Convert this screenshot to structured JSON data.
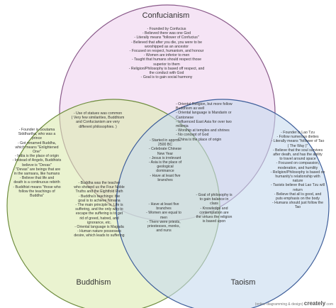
{
  "titles": {
    "confucianism": "Confucianism",
    "buddhism": "Buddhism",
    "taoism": "Taoism"
  },
  "colors": {
    "confucianism_fill": "#efd2ef",
    "confucianism_stroke": "#8a5a8a",
    "buddhism_fill": "#dcebb0",
    "buddhism_stroke": "#6f8d3f",
    "taoism_fill": "#c7daef",
    "taoism_stroke": "#3f5f9a"
  },
  "confucianism_only": [
    "- Founded by Confucius",
    "- Believed there was one God",
    "- Literally means \"follower of Confucius\"",
    "- Believed that after you die, you were to be",
    "worshipped as an ancestor",
    "- Focused on respect, humanism, and honour",
    "- Women are inferior to men",
    "- Taught that humans should respect those",
    "superior to them",
    "- Religion/Philosophy is based off respect, and",
    "the conduct with God",
    "- Goal is to gain social harmony"
  ],
  "confucianism_buddhism": [
    "- Use of statues was common",
    "( Very few similarities, Buddhism",
    "and Confucianism are very",
    "different philosophies. )"
  ],
  "confucianism_taoism": [
    "- Oriental Religion, but more follow",
    "Buddhism as well",
    "- Oriental language is Mandarin or",
    "Cantonese",
    "- Influenced East Asia for over two",
    "millenia",
    "- Worship at temples and shrines",
    "- No concept of God",
    "- China is the place of origin"
  ],
  "all_three": [
    "- Started in approx.",
    "2500 BC",
    "- Celebrate Chinese",
    "New Year",
    "- Jesus is irrelevant",
    "- Asia is the place of",
    "geological",
    "dominance",
    "- Have at least five",
    "branches"
  ],
  "buddhism_only": [
    "- Founder is Goutama",
    "Siddhartha, who was a",
    "prince",
    "- Got renamed Buddha,",
    "which means \"Enlightened",
    "One\"",
    "- India is the place of origin",
    "- Instead of Angels, Buddhists",
    "believe is \"Devas\"",
    "- \"Devas\" are beings that are",
    "in the samsara, like humans",
    "- Believe that life and",
    "death is a continuous rebirth",
    "- Buddhist means \"those who",
    "follow the teachings of",
    "Buddha\""
  ],
  "buddhism_core": [
    "- Buddha was the teacher",
    "who showed us the Four Noble",
    "Truths and the Eightfold Path",
    "- Buddha's teachings: the",
    "goal is to achieve Nirvana",
    "- The main principle is, Life is",
    "suffering, and the only way to",
    "escape the suffering is to get",
    "rid of greed, hatred, and",
    "ignorance, etc.",
    "- Oriental language is Magada",
    "- Human nature possesses",
    "desire, which leads to suffering"
  ],
  "buddhism_taoism": [
    "- Have at least five",
    "branches",
    "- Women are equal to",
    "men",
    "- There were priests,",
    "priestesses, monks,",
    "and nuns"
  ],
  "taoism_core": [
    "- Goal of philosophy is",
    "to gain balance in",
    "class",
    "- Knowledge and",
    "contemplation are",
    "the virtues the religion",
    "is based upon"
  ],
  "taoism_only": [
    "- Founder is Lao Tzu",
    "- Follow numerous dieties",
    "- Literally means \"follower of Tao",
    "( The Way )\"",
    "- Believe that the soul survives",
    "after death, and has the ability",
    "to travel around space",
    "- Focused on compassion,",
    "moderation, and humility",
    "- Religion/Philosophy is based on",
    "humanity's relationship with",
    "nature",
    "- Taoists believe that Lao Tzu will",
    "return",
    "- Believe that all is good, and",
    "puts emphasis on the body",
    "- Humans should just follow the",
    "Tao"
  ],
  "watermark": {
    "prefix": "(online diagramming & design)",
    "brand": "creately",
    "suffix": ".com"
  }
}
